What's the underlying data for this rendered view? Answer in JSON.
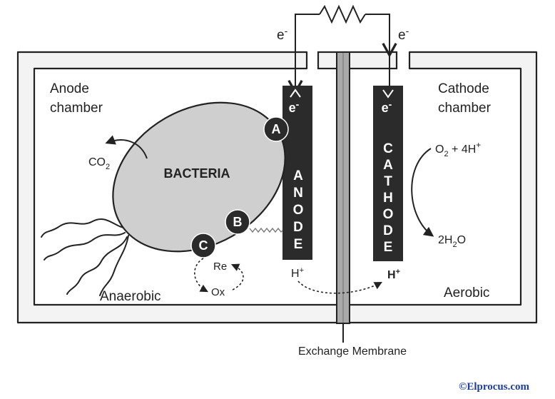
{
  "labels": {
    "anode_chamber_line1": "Anode",
    "anode_chamber_line2": "chamber",
    "cathode_chamber_line1": "Cathode",
    "cathode_chamber_line2": "chamber",
    "bacteria": "BACTERIA",
    "co2": "CO",
    "co2_sub": "2",
    "anaerobic": "Anaerobic",
    "aerobic": "Aerobic",
    "re": "Re",
    "ox": "Ox",
    "h_plus_left": "H",
    "h_plus_right": "H",
    "plus": "+",
    "o2": "O",
    "o2_sub": "2",
    "o2_rest": " + 4H",
    "h2o_pre": "2H",
    "h2o_sub": "2",
    "h2o_post": "O",
    "e_minus_left": "e",
    "e_minus_right": "e",
    "e_in_anode": "e",
    "e_in_cathode": "e",
    "minus": "-",
    "exchange_membrane": "Exchange Membrane",
    "watermark": "©Elprocus.com"
  },
  "electrodes": {
    "anode_letters": [
      "A",
      "N",
      "O",
      "D",
      "E"
    ],
    "cathode_letters": [
      "C",
      "A",
      "T",
      "H",
      "O",
      "D",
      "E"
    ]
  },
  "badges": [
    "A",
    "B",
    "C"
  ],
  "colors": {
    "wall_fill": "#f3f3f3",
    "wall_stroke": "#222222",
    "electrode": "#2b2b2b",
    "bacteria_fill": "#cfcfcf",
    "membrane": "#a9a9a9",
    "watermark": "#1f3f9a"
  }
}
